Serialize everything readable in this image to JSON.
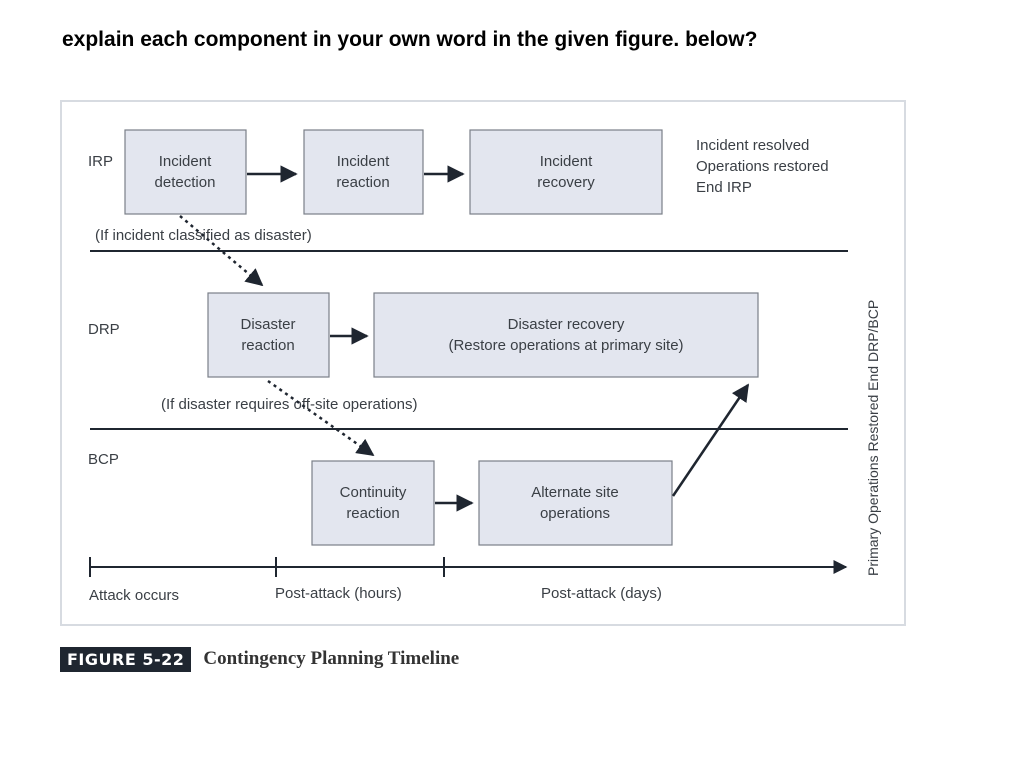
{
  "question": "explain each component in your own word in the given  figure. below?",
  "lanes": {
    "irp": "IRP",
    "drp": "DRP",
    "bcp": "BCP"
  },
  "boxes": {
    "incident_detection": [
      "Incident",
      "detection"
    ],
    "incident_reaction": [
      "Incident",
      "reaction"
    ],
    "incident_recovery": [
      "Incident",
      "recovery"
    ],
    "disaster_reaction": [
      "Disaster",
      "reaction"
    ],
    "disaster_recovery": [
      "Disaster recovery",
      "(Restore operations at primary site)"
    ],
    "continuity_reaction": [
      "Continuity",
      "reaction"
    ],
    "alternate_site_operations": [
      "Alternate site",
      "operations"
    ]
  },
  "notes": {
    "irp_end": [
      "Incident resolved",
      "Operations restored",
      "End IRP"
    ],
    "if_disaster": "(If incident classified as disaster)",
    "if_offsite": "(If disaster requires off-site operations)",
    "primary_restored": "Primary Operations Restored End DRP/BCP"
  },
  "timeline": {
    "attack_occurs": "Attack occurs",
    "post_attack_hours": "Post-attack (hours)",
    "post_attack_days": "Post-attack (days)"
  },
  "figure": {
    "tag": "FIGURE 5-22",
    "title": "Contingency Planning Timeline"
  },
  "colors": {
    "box_fill": "#e3e6ef",
    "line": "#1f2630",
    "text": "#3a3f45"
  }
}
